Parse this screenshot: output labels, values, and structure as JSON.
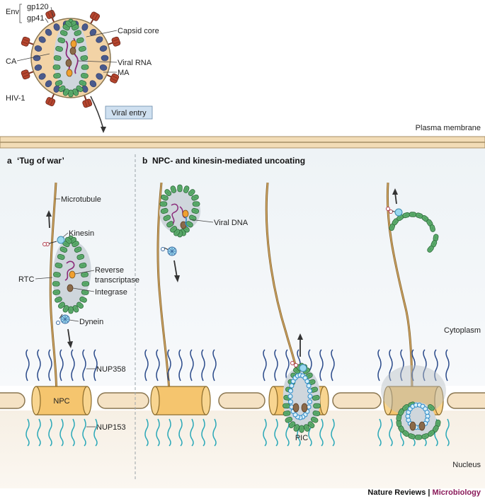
{
  "virion": {
    "env": "Env",
    "gp120": "gp120",
    "gp41": "gp41",
    "capsid_core": "Capsid core",
    "ca": "CA",
    "viral_rna": "Viral RNA",
    "ma": "MA",
    "hiv": "HIV-1",
    "viral_entry": "Viral entry"
  },
  "compartments": {
    "plasma_membrane": "Plasma membrane",
    "cytoplasm": "Cytoplasm",
    "nucleus": "Nucleus"
  },
  "panel_a": {
    "letter": "a",
    "title": "‘Tug of war’",
    "microtubule": "Microtubule",
    "kinesin": "Kinesin",
    "rtc": "RTC",
    "reverse_1": "Reverse",
    "reverse_2": "transcriptase",
    "integrase": "Integrase",
    "dynein": "Dynein",
    "nup358": "NUP358",
    "npc": "NPC",
    "nup153": "NUP153"
  },
  "panel_b": {
    "letter": "b",
    "title": "NPC- and kinesin-mediated uncoating",
    "viral_dna": "Viral DNA",
    "pic": "PIC"
  },
  "credit": {
    "journal": "Nature Reviews",
    "separator": " | ",
    "section": "Microbiology"
  },
  "colors": {
    "capsid": "#4a9a5c",
    "matrix": "#4a5a8c",
    "env": "#b5452e",
    "core_fill": "#cfd6dc",
    "npc": "#f5c56e",
    "rna": "#8a2a7a",
    "dna": "#2a8ac8",
    "microtubule": "#a07a3a",
    "credit_accent": "#8a1a5a"
  }
}
